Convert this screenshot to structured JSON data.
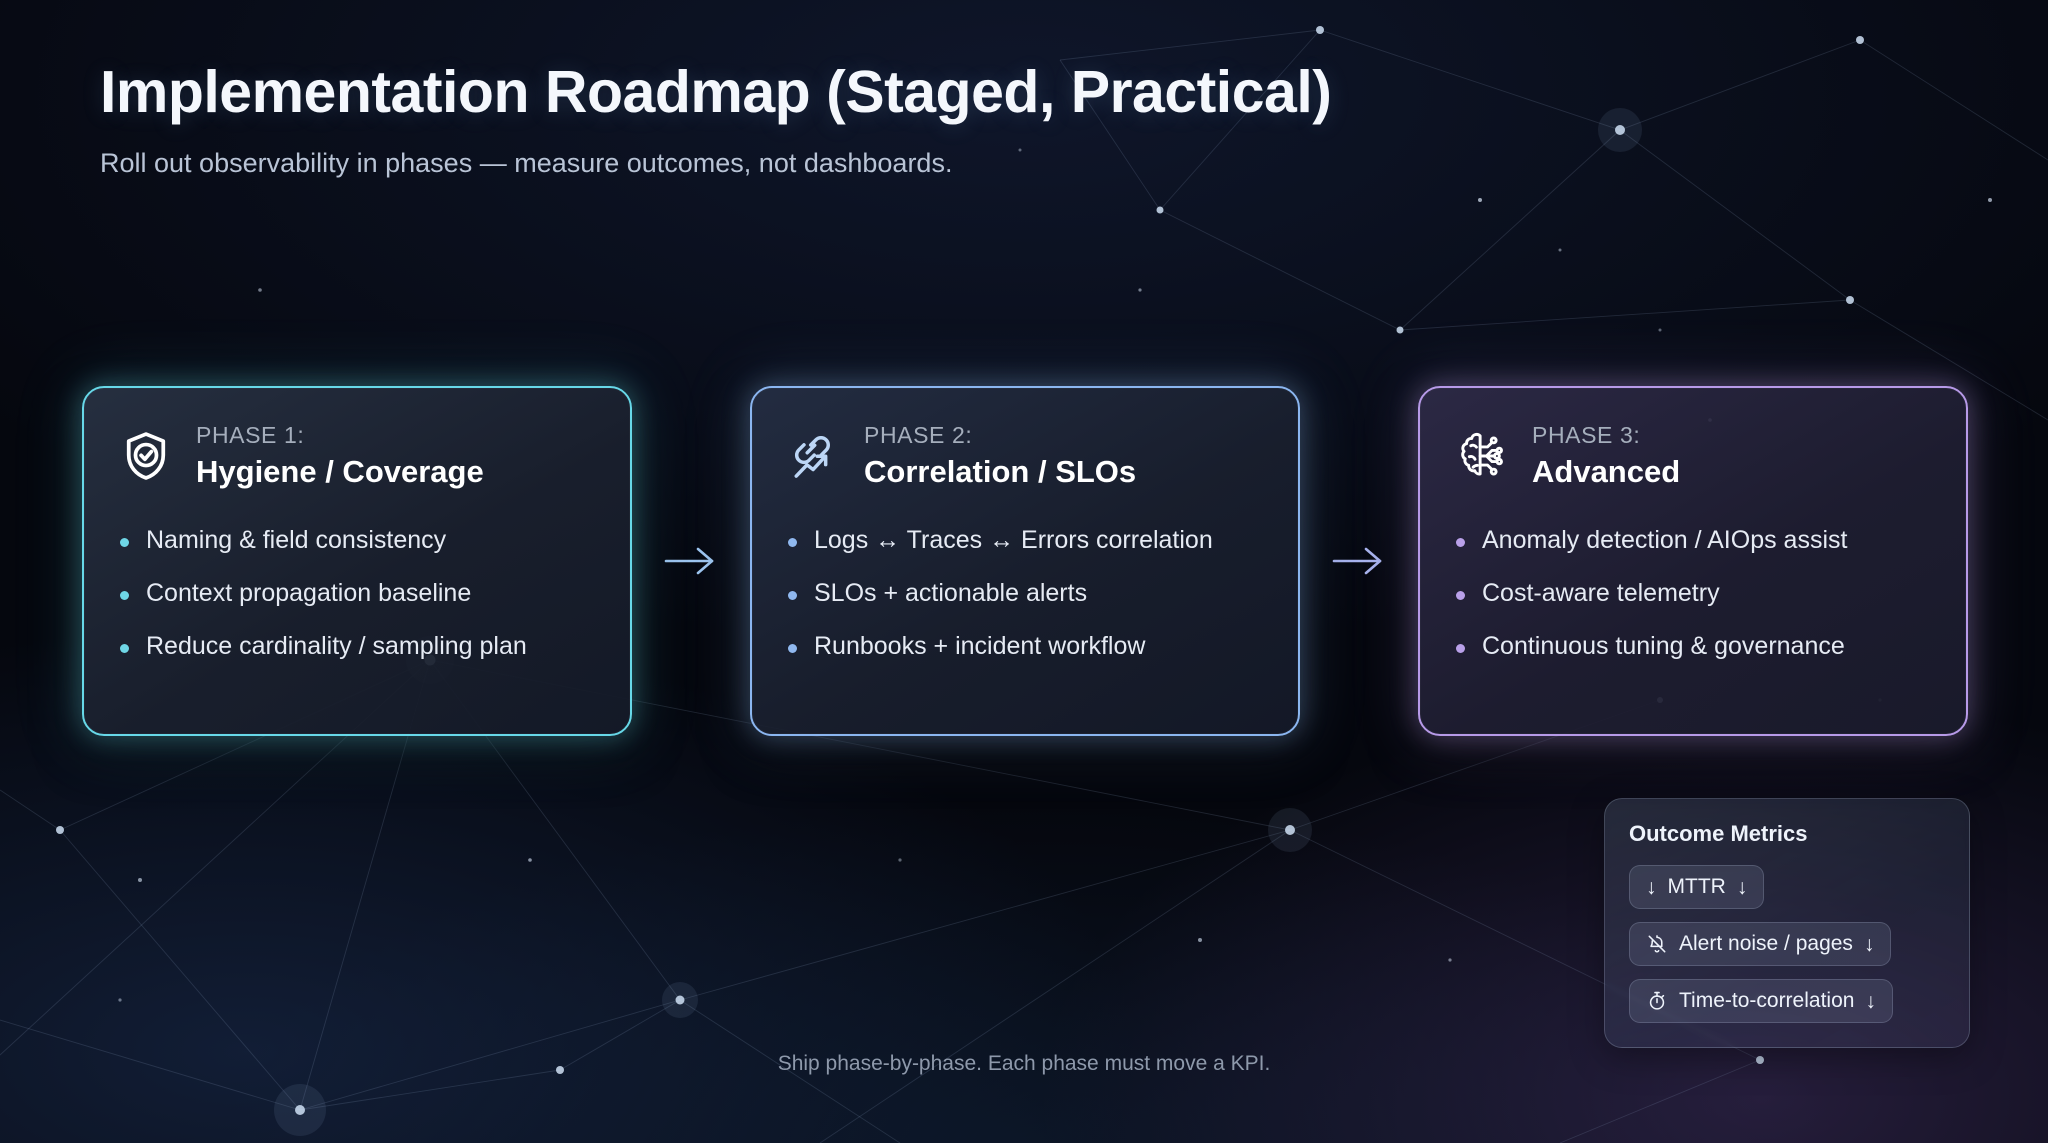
{
  "header": {
    "title": "Implementation Roadmap (Staged, Practical)",
    "subtitle": "Roll out observability in phases — measure outcomes, not dashboards."
  },
  "phases": [
    {
      "label": "PHASE 1:",
      "title": "Hygiene / Coverage",
      "icon": "shield-check-icon",
      "accent": "#67d8e8",
      "bullets": [
        "Naming & field consistency",
        "Context propagation baseline",
        "Reduce cardinality / sampling plan"
      ]
    },
    {
      "label": "PHASE 2:",
      "title": "Correlation / SLOs",
      "icon": "link-trend-icon",
      "accent": "#8bb6f0",
      "bullets": [
        "Logs ↔ Traces ↔ Errors correlation",
        "SLOs + actionable alerts",
        "Runbooks + incident workflow"
      ]
    },
    {
      "label": "PHASE 3:",
      "title": "Advanced",
      "icon": "brain-circuit-icon",
      "accent": "#b79ae8",
      "bullets": [
        "Anomaly detection / AIOps assist",
        "Cost-aware telemetry",
        "Continuous tuning & governance"
      ]
    }
  ],
  "metrics": {
    "title": "Outcome Metrics",
    "items": [
      {
        "icon": "arrow-down-glyph",
        "label": "MTTR",
        "trend": "↓"
      },
      {
        "icon": "bell-off-icon",
        "label": "Alert noise / pages",
        "trend": "↓"
      },
      {
        "icon": "stopwatch-icon",
        "label": "Time-to-correlation",
        "trend": "↓"
      }
    ]
  },
  "footer": {
    "note": "Ship phase-by-phase. Each phase must move a KPI."
  }
}
